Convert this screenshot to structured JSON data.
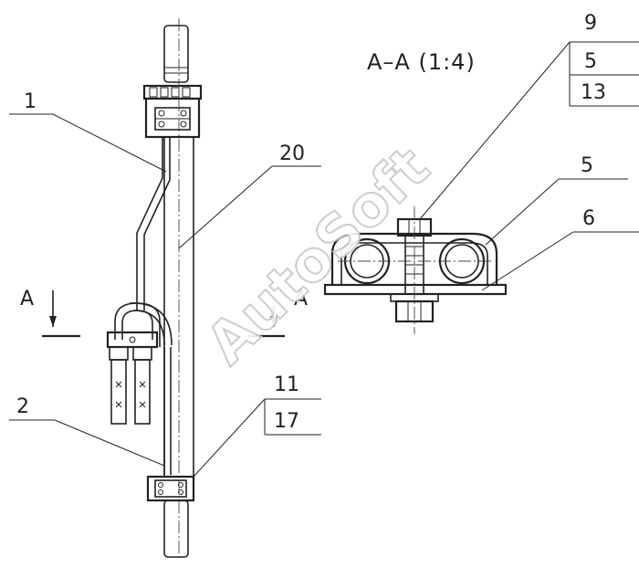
{
  "section_title": "A–A (1:4)",
  "section_mark_left": "A",
  "section_mark_right": "A",
  "callouts": {
    "c1": "1",
    "c2": "2",
    "c20": "20",
    "c11": "11",
    "c17": "17",
    "c9": "9",
    "c5a": "5",
    "c13": "13",
    "c5b": "5",
    "c6": "6"
  },
  "watermark": "AutoSoft"
}
